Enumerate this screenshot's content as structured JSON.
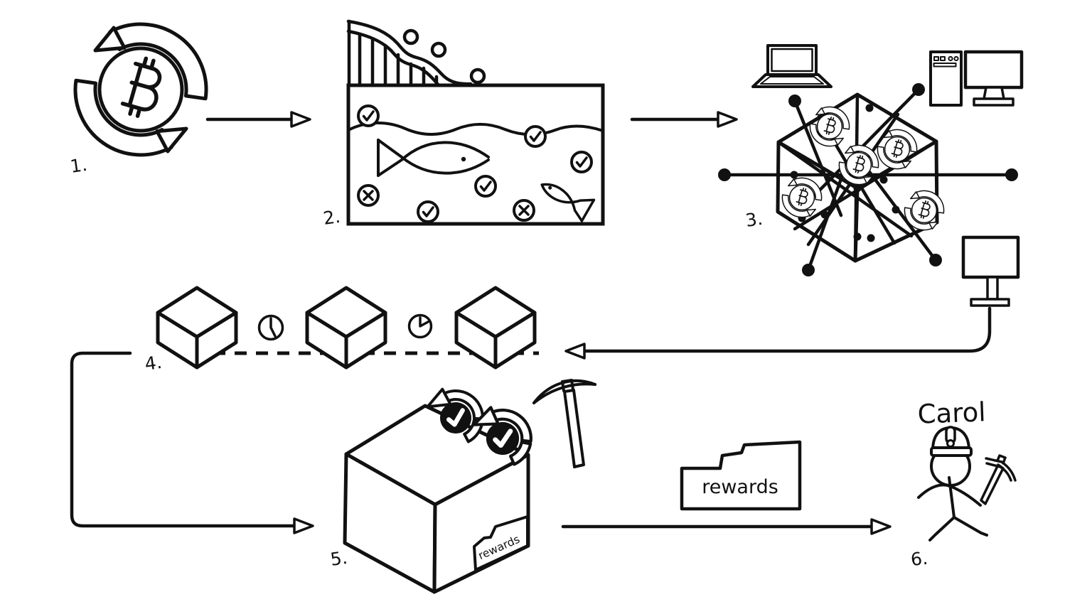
{
  "diagram": {
    "background": "#ffffff",
    "ink": "#111111",
    "labels": {
      "step1": "1.",
      "step2": "2.",
      "step3": "3.",
      "step4": "4.",
      "step5": "5.",
      "step6": "6."
    },
    "texts": {
      "miner_name": "Carol",
      "rewards_folder": "rewards",
      "rewards_tag": "rewards"
    },
    "steps": [
      {
        "label": "1.",
        "name": "bitcoin-transaction-cycle"
      },
      {
        "label": "2.",
        "name": "mempool-pool-of-transactions"
      },
      {
        "label": "3.",
        "name": "peer-to-peer-network-relay"
      },
      {
        "label": "4.",
        "name": "blockchain-timestamped-blocks"
      },
      {
        "label": "5.",
        "name": "mined-block-with-rewards"
      },
      {
        "label": "6.",
        "name": "miner-carol-receives-rewards"
      }
    ],
    "icons": [
      "bitcoin-cycle-icon",
      "check-circle-icon",
      "cross-circle-icon",
      "fish-icon",
      "laptop-icon",
      "desktop-tower-icon",
      "monitor-icon",
      "cube-block-icon",
      "clock-icon",
      "pickaxe-icon",
      "miner-figure-icon",
      "rewards-folder-icon"
    ]
  }
}
